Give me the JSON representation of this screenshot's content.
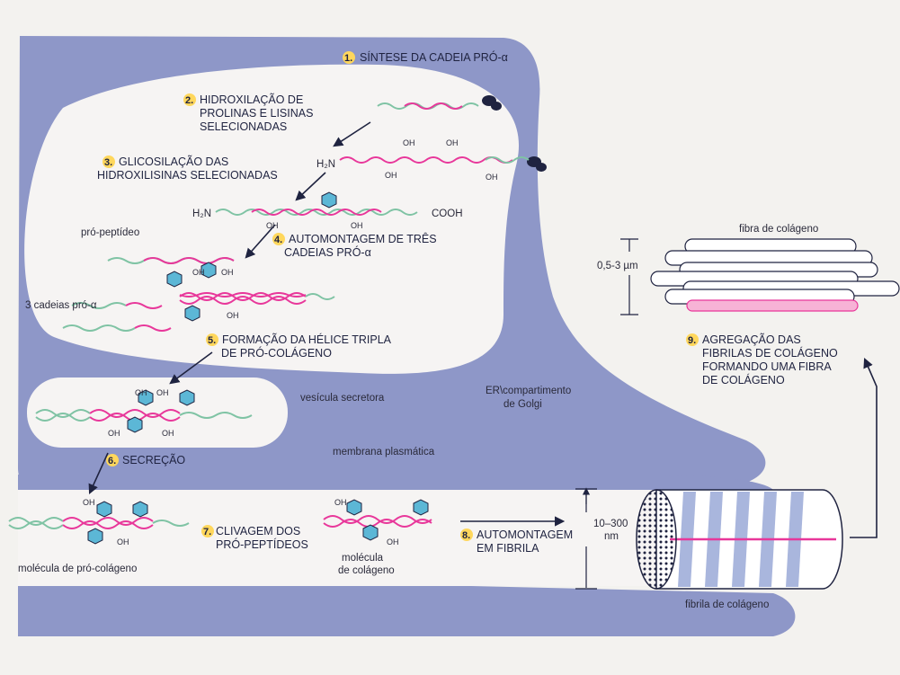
{
  "steps": {
    "s1": "SÍNTESE DA CADEIA PRÓ-α",
    "s2_l1": "HIDROXILAÇÃO DE",
    "s2_l2": "PROLINAS E LISINAS",
    "s2_l3": "SELECIONADAS",
    "s3_l1": "GLICOSILAÇÃO DAS",
    "s3_l2": "HIDROXILISINAS SELECIONADAS",
    "s4_l1": "AUTOMONTAGEM DE TRÊS",
    "s4_l2": "CADEIAS PRÓ-α",
    "s5_l1": "FORMAÇÃO DA HÉLICE TRIPLA",
    "s5_l2": "DE PRÓ-COLÁGENO",
    "s6": "SECREÇÃO",
    "s7_l1": "CLIVAGEM DOS",
    "s7_l2": "PRÓ-PEPTÍDEOS",
    "s8_l1": "AUTOMONTAGEM",
    "s8_l2": "EM FIBRILA",
    "s9_l1": "AGREGAÇÃO DAS",
    "s9_l2": "FIBRILAS DE COLÁGENO",
    "s9_l3": "FORMANDO UMA FIBRA",
    "s9_l4": "DE COLÁGENO"
  },
  "step_numbers": [
    "1.",
    "2.",
    "3.",
    "4.",
    "5.",
    "6.",
    "7.",
    "8.",
    "9."
  ],
  "labels": {
    "h2n_1": "H₂N",
    "h2n_2": "H₂N",
    "cooh": "COOH",
    "oh": "OH",
    "pro_peptideo": "pró-peptídeo",
    "cadeias": "3 cadeias pró-α",
    "er_l1": "ER\\compartimento",
    "er_l2": "de Golgi",
    "vesicula": "vesícula secretora",
    "membrana": "membrana plasmática",
    "molecula_pro": "molécula de pró-colágeno",
    "molecula_col_l1": "molécula",
    "molecula_col_l2": "de colágeno",
    "dim_fibril_l1": "10–300",
    "dim_fibril_l2": "nm",
    "fibrila": "fibrila de colágeno",
    "fibra": "fibra de colágeno",
    "dim_fibra": "0,5-3 µm"
  },
  "colors": {
    "cell": "#8e97c8",
    "lumen": "#f6f4f3",
    "pink": "#e8379a",
    "green": "#7fc3a4",
    "hexagon": "#5cb7d6",
    "ink": "#1f2340"
  }
}
